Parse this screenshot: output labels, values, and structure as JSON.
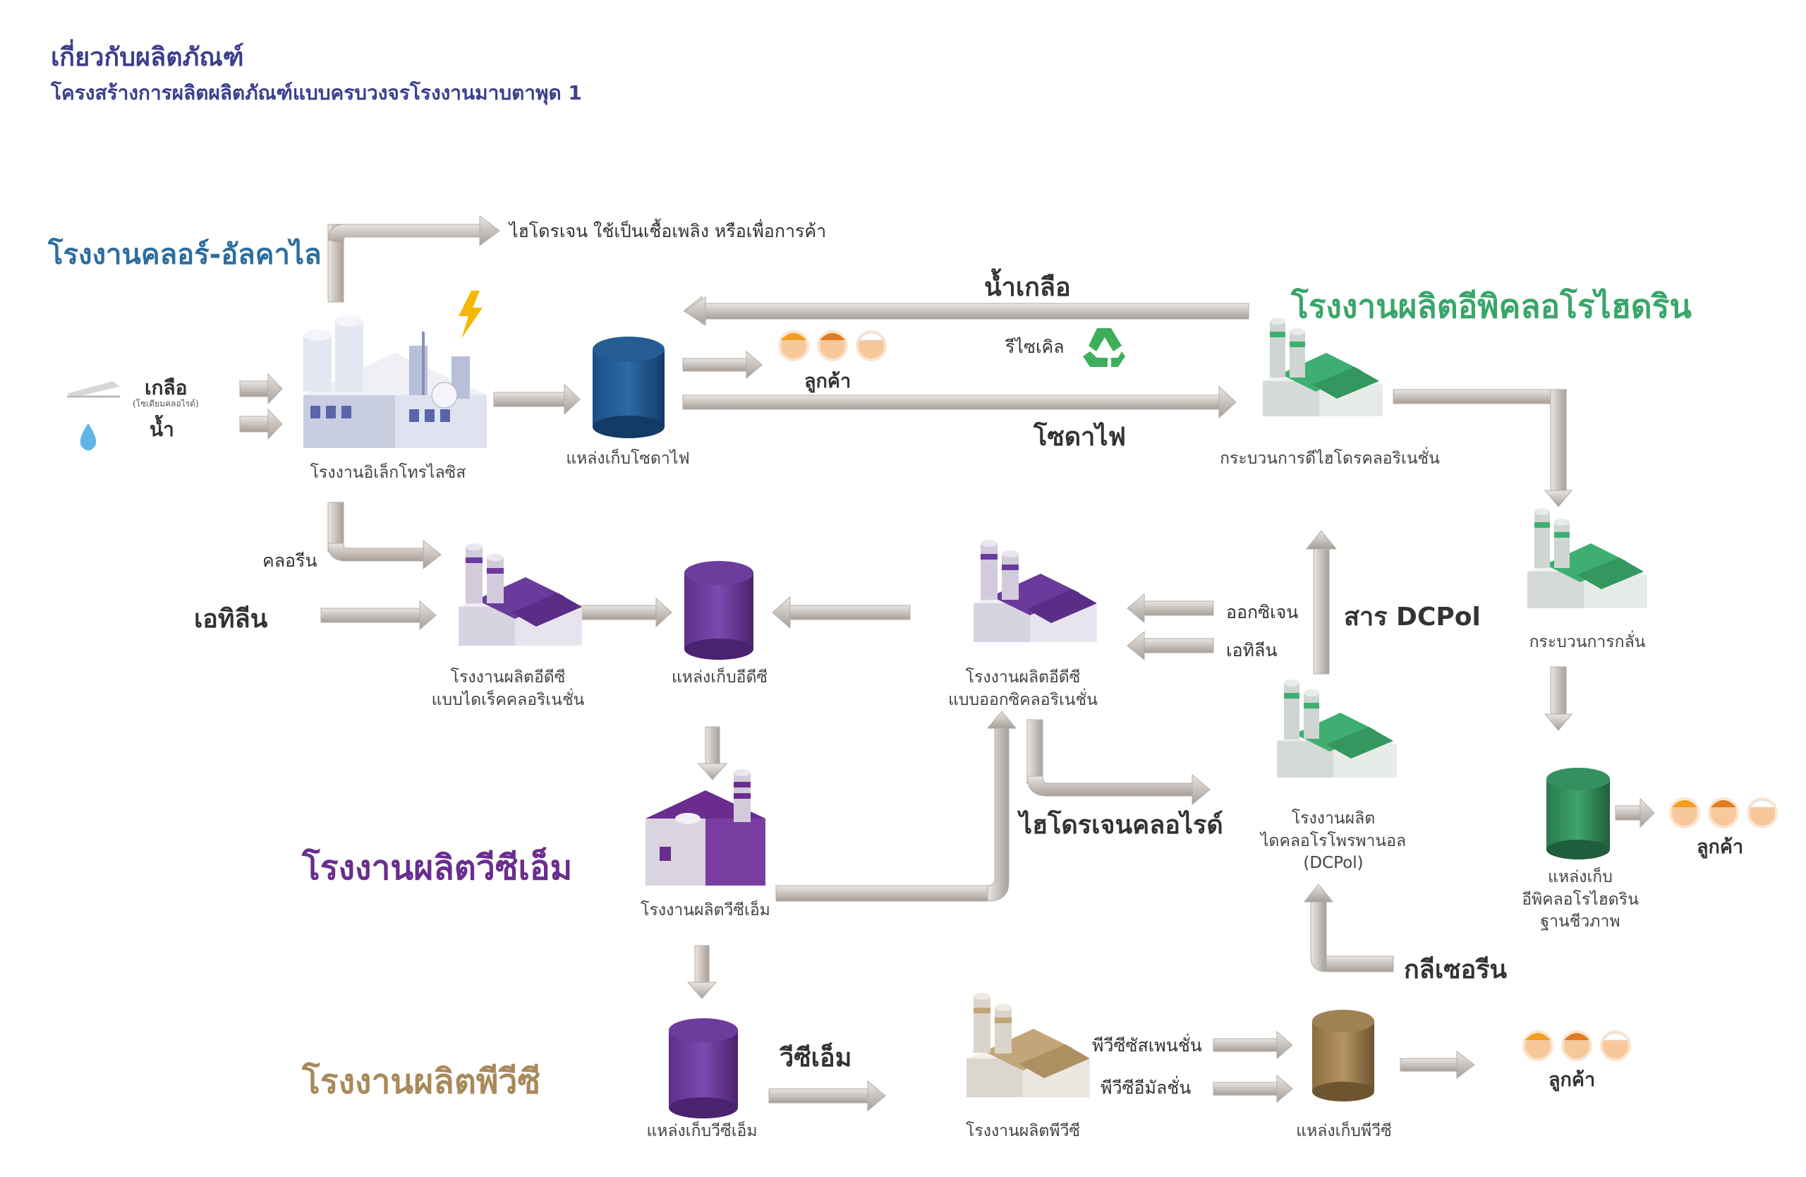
{
  "header": {
    "title": "เกี่ยวกับผลิตภัณฑ์",
    "subtitle": "โครงสร้างการผลิตผลิตภัณฑ์แบบครบวงจรโรงงานมาบตาพุด 1"
  },
  "plants": {
    "chlor_alkali": "โรงงานคลอร์-อัลคาไล",
    "epichlorohydrin": "โรงงานผลิตอีพิคลอโรไฮดริน",
    "vcm": "โรงงานผลิตวีซีเอ็ม",
    "pvc": "โรงงานผลิตพีวีซี"
  },
  "inputs": {
    "salt": "เกลือ",
    "salt_note": "(โซเดียมคลอไรด์)",
    "water": "น้ำ",
    "ethylene_left": "เอทิลีน"
  },
  "captions": {
    "electrolysis": "โรงงานอิเล็กโทรไลซิส",
    "caustic_tank": "แหล่งเก็บโซดาไฟ",
    "dehydrochlorination": "กระบวนการดีไฮโดรคลอริเนชั่น",
    "distillation": "กระบวนการกลั่น",
    "edc_direct_line1": "โรงงานผลิตอีดีซี",
    "edc_direct_line2": "แบบไดเร็คคลอริเนชั่น",
    "edc_tank": "แหล่งเก็บอีดีซี",
    "edc_oxy_line1": "โรงงานผลิตอีดีซี",
    "edc_oxy_line2": "แบบออกซิคลอริเนชั่น",
    "dcpol_line1": "โรงงานผลิต",
    "dcpol_line2": "ไดคลอโรโพรพานอล",
    "dcpol_line3": "(DCPol)",
    "ech_tank_line1": "แหล่งเก็บ",
    "ech_tank_line2": "อีพิคลอโรไฮดริน",
    "ech_tank_line3": "ฐานชีวภาพ",
    "vcm_plant": "โรงงานผลิตวีซีเอ็ม",
    "vcm_tank": "แหล่งเก็บวีซีเอ็ม",
    "pvc_plant": "โรงงานผลิตพีวีซี",
    "pvc_tank": "แหล่งเก็บพีวีซี"
  },
  "flows": {
    "hydrogen": "ไฮโดรเจน ใช้เป็นเชื้อเพลิง หรือเพื่อการค้า",
    "brine": "น้ำเกลือ",
    "recycle": "รีไซเคิล",
    "caustic": "โซดาไฟ",
    "chlorine": "คลอรีน",
    "oxygen": "ออกซิเจน",
    "ethylene_right": "เอทิลีน",
    "dcpol_substance": "สาร DCPol",
    "hcl": "ไฮโดรเจนคลอไรด์",
    "glycerin": "กลีเซอรีน",
    "vcm": "วีซีเอ็ม",
    "pvc_suspension": "พีวีซีซัสเพนชั่น",
    "pvc_emulsion": "พีวีซีอีมัลชั่น"
  },
  "customers": {
    "top": "ลูกค้า",
    "ech": "ลูกค้า",
    "pvc": "ลูกค้า"
  },
  "colors": {
    "chlor_alkali": "#2c6ea0",
    "epichlorohydrin": "#3aa56a",
    "vcm": "#6a2d8f",
    "pvc": "#a88a5a",
    "pipe": "#c9c2bd"
  },
  "icons": [
    "lightning-icon",
    "water-drop-icon",
    "recycle-icon",
    "customer-icon"
  ]
}
